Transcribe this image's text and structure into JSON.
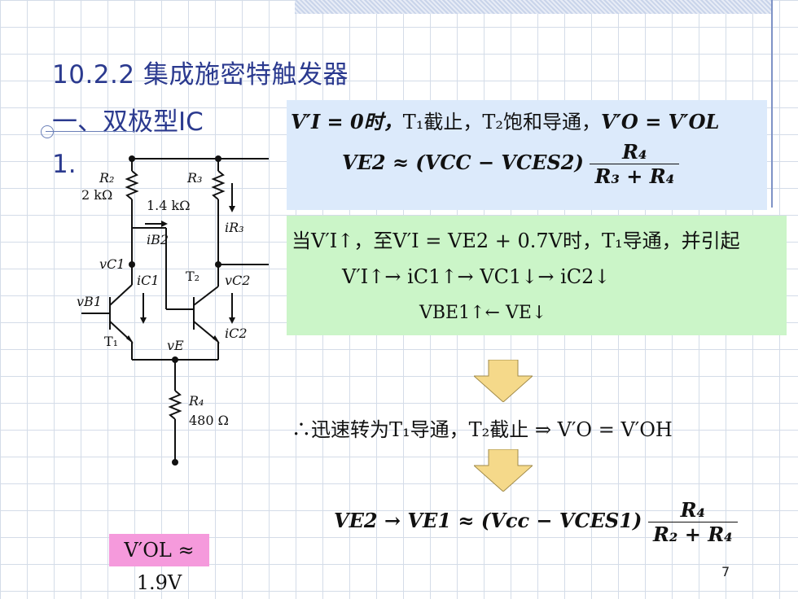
{
  "slide": {
    "title": "10.2.2 集成施密特触发器",
    "subtitle": "一、双极型IC",
    "item_number": "1.",
    "page_number": "7"
  },
  "circuit": {
    "r2_label": "R₂",
    "r2_value": "2 kΩ",
    "r3_label": "R₃",
    "r3_value": "1.4 kΩ",
    "r4_label": "R₄",
    "r4_value": "480 Ω",
    "ir3_label": "iR₃",
    "ib2_label": "iB2",
    "vc1_label": "vC1",
    "ic1_label": "iC1",
    "t2_label": "T₂",
    "vc2_label": "vC2",
    "vb1_label": "vB1",
    "t1_label": "T₁",
    "ve_label": "vE",
    "ic2_label": "iC2"
  },
  "equations": {
    "eq1_lead": "V′I = 0时，",
    "eq1_t1": "T₁截止，",
    "eq1_t2": "T₂饱和导通，",
    "eq1_result": "V′O = V′OL",
    "eq2_left": "VE2 ≈ (VCC − VCES2)",
    "eq2_num": "R₄",
    "eq2_den": "R₃ + R₄",
    "eq3": "当V′I↑，至V′I = VE2 + 0.7V时，T₁导通，并引起",
    "eq4": "V′I↑→ iC1↑→ VC1↓→ iC2↓",
    "eq5": "VBE1↑← VE↓",
    "eq6": "∴迅速转为T₁导通，T₂截止 ⇒ V′O = V′OH",
    "eq7_left": "VE2 → VE1 ≈ (Vcc − VCES1)",
    "eq7_num": "R₄",
    "eq7_den": "R₂ + R₄",
    "eq8": "V′OL ≈ 1.9V"
  },
  "colors": {
    "title": "#2b3a8f",
    "blue_box": "#dceafb",
    "green_box": "#cbf5c8",
    "pink_box": "#f59adc",
    "arrow_fill": "#f5d98a"
  }
}
